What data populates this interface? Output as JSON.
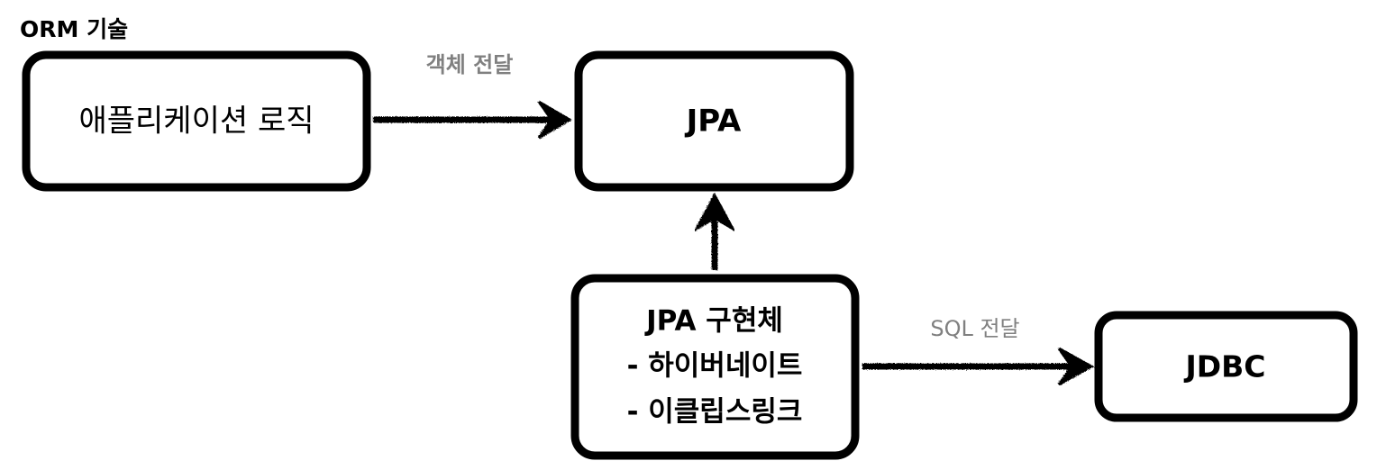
{
  "title": "ORM 기술",
  "nodes": {
    "app_logic": {
      "label": "애플리케이션 로직"
    },
    "jpa": {
      "label": "JPA"
    },
    "jpa_impl": {
      "lines": [
        "JPA 구현체",
        "- 하이버네이트",
        "- 이클립스링크"
      ]
    },
    "jdbc": {
      "label": "JDBC"
    }
  },
  "edges": {
    "object_transfer": {
      "label": "객체 전달"
    },
    "sql_transfer": {
      "label": "SQL 전달"
    }
  },
  "colors": {
    "stroke": "#000000",
    "text": "#000000",
    "edge_label": "#808080",
    "background": "#ffffff"
  }
}
